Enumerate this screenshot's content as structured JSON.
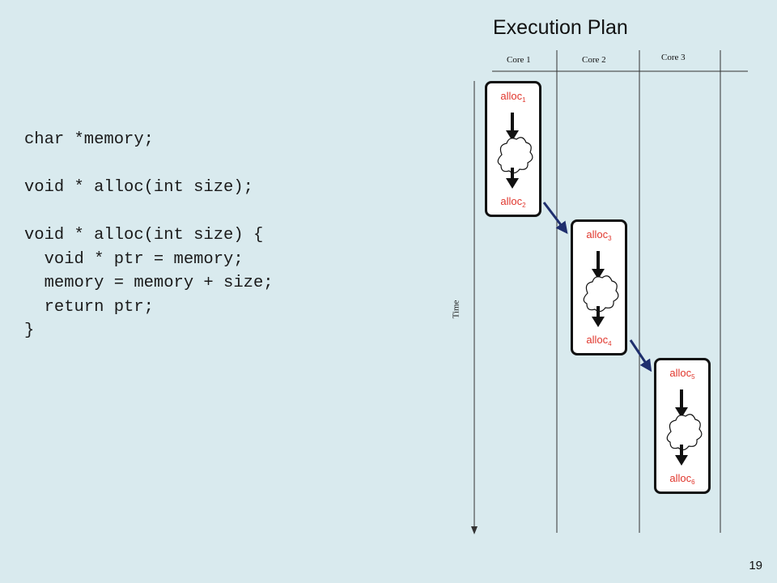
{
  "code": {
    "lines": [
      "char *memory;",
      "",
      "void * alloc(int size);",
      "",
      "void * alloc(int size) {",
      "  void * ptr = memory;",
      "  memory = memory + size;",
      "  return ptr;",
      "}"
    ]
  },
  "plan": {
    "title": "Execution Plan",
    "cores": [
      "Core 1",
      "Core 2",
      "Core 3"
    ],
    "time_label": "Time",
    "boxes": [
      {
        "top": "alloc",
        "top_sub": "1",
        "bottom": "alloc",
        "bottom_sub": "2"
      },
      {
        "top": "alloc",
        "top_sub": "3",
        "bottom": "alloc",
        "bottom_sub": "4"
      },
      {
        "top": "alloc",
        "top_sub": "5",
        "bottom": "alloc",
        "bottom_sub": "6"
      }
    ]
  },
  "page_number": "19",
  "colors": {
    "background": "#d9eaee",
    "alloc_text": "#e0352b",
    "transition_arrow": "#1f2f6e"
  }
}
